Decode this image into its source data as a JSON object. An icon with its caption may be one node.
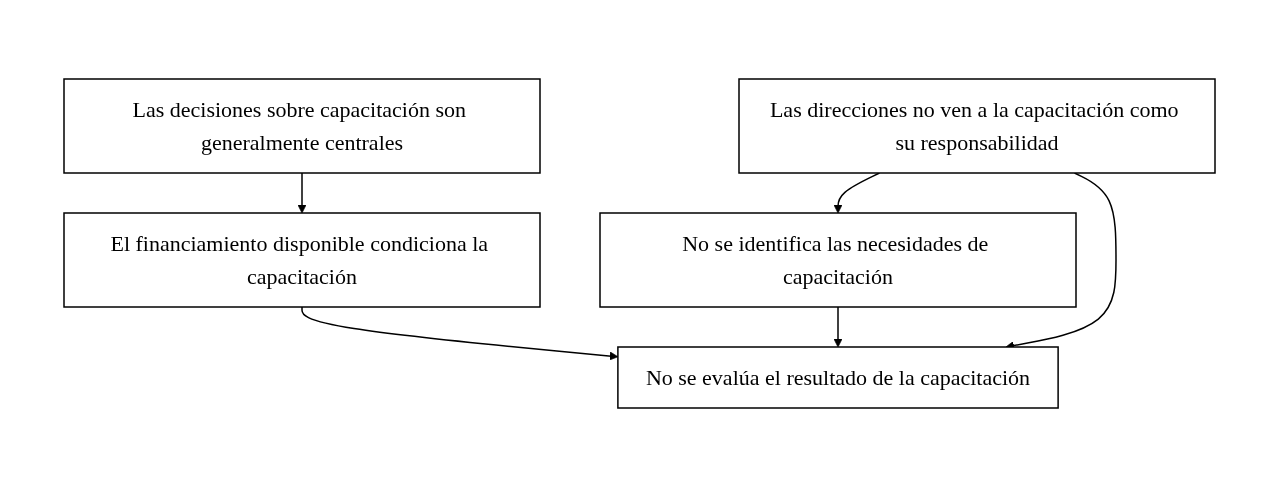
{
  "diagram": {
    "nodes": [
      {
        "text": [
          "Las decisiones sobre capacitación son generalmente centrales"
        ]
      },
      {
        "text": [
          "El financiamiento disponible condiciona la capacitación"
        ]
      },
      {
        "text": [
          "No se evalúa el resultado de la capacitación"
        ]
      },
      {
        "text": [
          "No se identifica las necesidades de capacitación"
        ]
      },
      {
        "text": [
          "Las direcciones no ven a la capacitación como su responsabilidad"
        ]
      }
    ],
    "edges": [
      {
        "from": 0,
        "to": 1,
        "arrow": "to"
      },
      {
        "from": 1,
        "to": 2,
        "arrow": "to"
      },
      {
        "from": 3,
        "to": 2,
        "arrow": "to"
      },
      {
        "from": 4,
        "to": 2,
        "arrow": "to"
      },
      {
        "from": 4,
        "to": 3,
        "arrow": "to"
      }
    ]
  }
}
